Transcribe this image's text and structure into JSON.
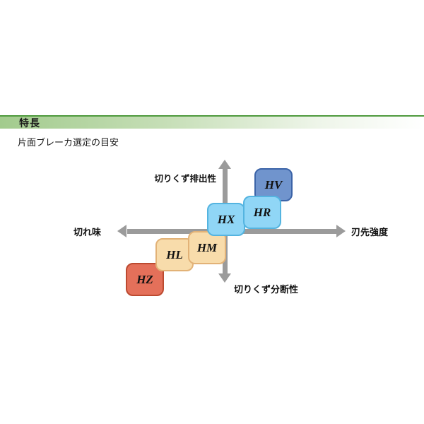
{
  "header": {
    "title": "特長",
    "subtitle": "片面ブレーカ選定の目安"
  },
  "diagram": {
    "axes": {
      "top_label": "切りくず排出性",
      "left_label": "切れ味",
      "right_label": "刃先強度",
      "bottom_label": "切りくず分断性"
    },
    "arrow_color": "#9b9b9b",
    "header_accent_color": "#4f9a3e",
    "badges": [
      {
        "label": "HZ",
        "fill": "#e4705a",
        "border": "#bc4a30"
      },
      {
        "label": "HL",
        "fill": "#f8dcab",
        "border": "#e2b277"
      },
      {
        "label": "HM",
        "fill": "#f8dcab",
        "border": "#e2b277"
      },
      {
        "label": "HX",
        "fill": "#90d6f6",
        "border": "#54b4e0"
      },
      {
        "label": "HR",
        "fill": "#90d6f6",
        "border": "#54b4e0"
      },
      {
        "label": "HV",
        "fill": "#7094cd",
        "border": "#3c64a8"
      }
    ]
  }
}
